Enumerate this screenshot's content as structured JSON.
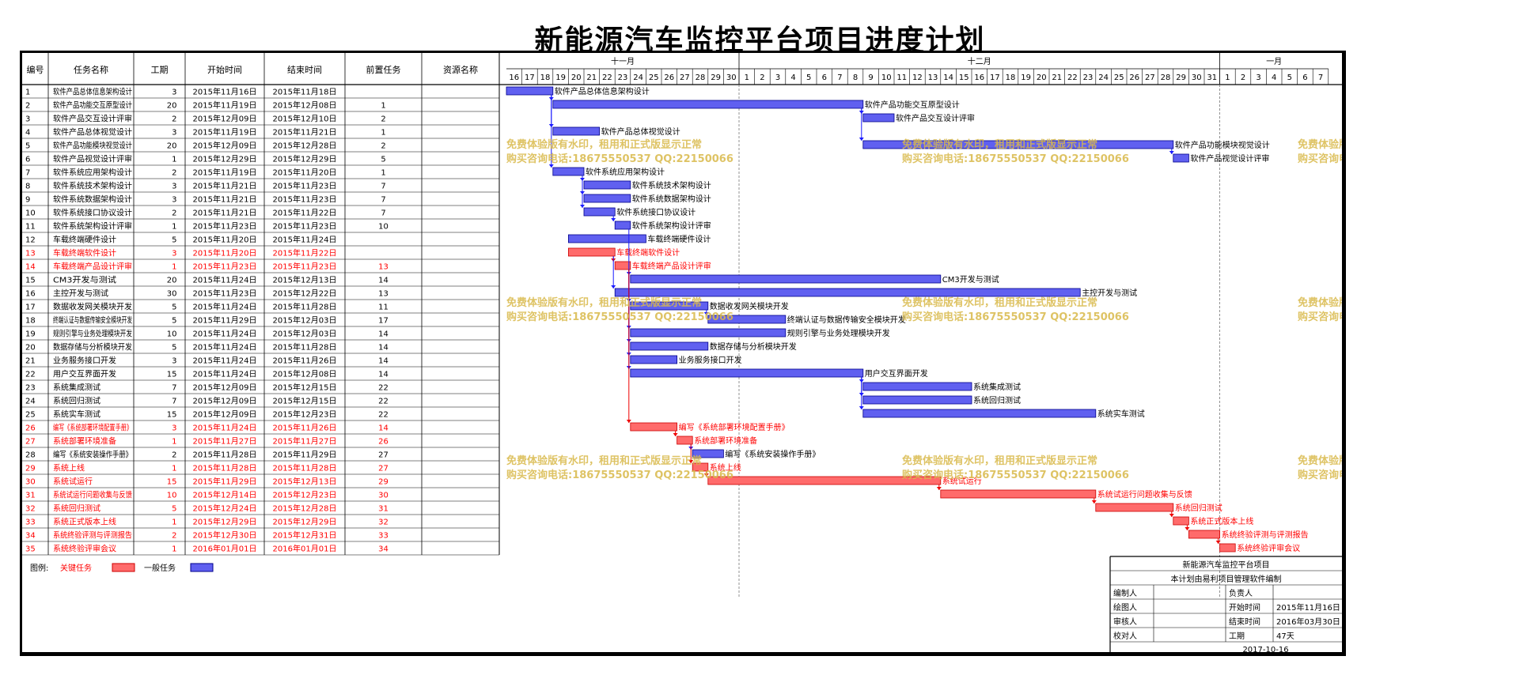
{
  "title": "新能源汽车监控平台项目进度计划",
  "headers": {
    "id": "编号",
    "name": "任务名称",
    "dur": "工期",
    "start": "开始时间",
    "end": "结束时间",
    "pre": "前置任务",
    "res": "资源名称"
  },
  "months": [
    "十一月",
    "十二月",
    "一月"
  ],
  "day_labels": [
    16,
    17,
    18,
    19,
    20,
    21,
    22,
    23,
    24,
    25,
    26,
    27,
    28,
    29,
    30,
    1,
    2,
    3,
    4,
    5,
    6,
    7,
    8,
    9,
    10,
    11,
    12,
    13,
    14,
    15,
    16,
    17,
    18,
    19,
    20,
    21,
    22,
    23,
    24,
    25,
    26,
    27,
    28,
    29,
    30,
    31,
    1,
    2,
    3,
    4,
    5,
    6,
    7
  ],
  "watermark": [
    "免费体验版有水印，租用和正式版显示正常",
    "购买咨询电话:18675550537 QQ:22150066"
  ],
  "legend": {
    "label": "图例:",
    "critical": "关键任务",
    "normal": "一般任务"
  },
  "colors": {
    "critical": "#ff6b6b",
    "normal": "#6060f0",
    "watermark": "#d9b94a",
    "crit_text": "#ff0000"
  },
  "info": {
    "project": "新能源汽车监控平台项目",
    "note": "本计划由易利项目管理软件编制",
    "rows": [
      [
        "编制人",
        "",
        "负责人",
        ""
      ],
      [
        "绘图人",
        "",
        "开始时间",
        "2015年11月16日"
      ],
      [
        "审核人",
        "",
        "结束时间",
        "2016年03月30日"
      ],
      [
        "校对人",
        "",
        "工期",
        "47天"
      ]
    ],
    "date": "2017-10-16"
  },
  "chart_data": {
    "type": "gantt",
    "title": "新能源汽车监控平台项目进度计划",
    "tasks": [
      {
        "id": 1,
        "name": "软件产品总体信息架构设计",
        "cell": "软件产品总体信息架构设计",
        "dur": 3,
        "start": "2015年11月16日",
        "end": "2015年11月18日",
        "pre": "",
        "critical": false
      },
      {
        "id": 2,
        "name": "软件产品功能交互原型设计",
        "cell": "软件产品功能交互原型设计",
        "dur": 20,
        "start": "2015年11月19日",
        "end": "2015年12月08日",
        "pre": "1",
        "critical": false
      },
      {
        "id": 3,
        "name": "软件产品交互设计评审",
        "cell": "软件产品交互设计评审",
        "dur": 2,
        "start": "2015年12月09日",
        "end": "2015年12月10日",
        "pre": "2",
        "critical": false
      },
      {
        "id": 4,
        "name": "软件产品总体视觉设计",
        "cell": "软件产品总体视觉设计",
        "dur": 3,
        "start": "2015年11月19日",
        "end": "2015年11月21日",
        "pre": "1",
        "critical": false
      },
      {
        "id": 5,
        "name": "软件产品功能模块视觉设计",
        "cell": "软件产品功能模块视觉设计",
        "dur": 20,
        "start": "2015年12月09日",
        "end": "2015年12月28日",
        "pre": "2",
        "critical": false
      },
      {
        "id": 6,
        "name": "软件产品视觉设计评审",
        "cell": "软件产品视觉设计评审",
        "dur": 1,
        "start": "2015年12月29日",
        "end": "2015年12月29日",
        "pre": "5",
        "critical": false
      },
      {
        "id": 7,
        "name": "软件系统应用架构设计",
        "cell": "软件系统应用架构设计",
        "dur": 2,
        "start": "2015年11月19日",
        "end": "2015年11月20日",
        "pre": "1",
        "critical": false
      },
      {
        "id": 8,
        "name": "软件系统技术架构设计",
        "cell": "软件系统技术架构设计",
        "dur": 3,
        "start": "2015年11月21日",
        "end": "2015年11月23日",
        "pre": "7",
        "critical": false
      },
      {
        "id": 9,
        "name": "软件系统数据架构设计",
        "cell": "软件系统数据架构设计",
        "dur": 3,
        "start": "2015年11月21日",
        "end": "2015年11月23日",
        "pre": "7",
        "critical": false
      },
      {
        "id": 10,
        "name": "软件系统接口协议设计",
        "cell": "软件系统接口协议设计",
        "dur": 2,
        "start": "2015年11月21日",
        "end": "2015年11月22日",
        "pre": "7",
        "critical": false
      },
      {
        "id": 11,
        "name": "软件系统架构设计评审",
        "cell": "软件系统架构设计评审",
        "dur": 1,
        "start": "2015年11月23日",
        "end": "2015年11月23日",
        "pre": "10",
        "critical": false
      },
      {
        "id": 12,
        "name": "车载终端硬件设计",
        "cell": "车载终端硬件设计",
        "dur": 5,
        "start": "2015年11月20日",
        "end": "2015年11月24日",
        "pre": "",
        "critical": false
      },
      {
        "id": 13,
        "name": "车载终端软件设计",
        "cell": "车载终端软件设计",
        "dur": 3,
        "start": "2015年11月20日",
        "end": "2015年11月22日",
        "pre": "",
        "critical": true
      },
      {
        "id": 14,
        "name": "车载终端产品设计评审",
        "cell": "车载终端产品设计评审",
        "dur": 1,
        "start": "2015年11月23日",
        "end": "2015年11月23日",
        "pre": "13",
        "critical": true
      },
      {
        "id": 15,
        "name": "CM3开发与测试",
        "cell": "CM3开发与测试",
        "dur": 20,
        "start": "2015年11月24日",
        "end": "2015年12月13日",
        "pre": "14",
        "critical": false
      },
      {
        "id": 16,
        "name": "主控开发与测试",
        "cell": "主控开发与测试",
        "dur": 30,
        "start": "2015年11月23日",
        "end": "2015年12月22日",
        "pre": "13",
        "critical": false
      },
      {
        "id": 17,
        "name": "数据收发网关模块开发",
        "cell": "数据收发网关模块开发",
        "dur": 5,
        "start": "2015年11月24日",
        "end": "2015年11月28日",
        "pre": "11",
        "critical": false
      },
      {
        "id": 18,
        "name": "终端认证与数据传输安全模块开发",
        "cell": "终端认证与数据传输安全模块开发",
        "dur": 5,
        "start": "2015年11月29日",
        "end": "2015年12月03日",
        "pre": "17",
        "critical": false
      },
      {
        "id": 19,
        "name": "规则引擎与业务处理模块开发",
        "cell": "规则引擎与业务处理模块开发",
        "dur": 10,
        "start": "2015年11月24日",
        "end": "2015年12月03日",
        "pre": "14",
        "critical": false
      },
      {
        "id": 20,
        "name": "数据存储与分析模块开发",
        "cell": "数据存储与分析模块开发",
        "dur": 5,
        "start": "2015年11月24日",
        "end": "2015年11月28日",
        "pre": "14",
        "critical": false
      },
      {
        "id": 21,
        "name": "业务服务接口开发",
        "cell": "业务服务接口开发",
        "dur": 3,
        "start": "2015年11月24日",
        "end": "2015年11月26日",
        "pre": "14",
        "critical": false
      },
      {
        "id": 22,
        "name": "用户交互界面开发",
        "cell": "用户交互界面开发",
        "dur": 15,
        "start": "2015年11月24日",
        "end": "2015年12月08日",
        "pre": "14",
        "critical": false
      },
      {
        "id": 23,
        "name": "系统集成测试",
        "cell": "系统集成测试",
        "dur": 7,
        "start": "2015年12月09日",
        "end": "2015年12月15日",
        "pre": "22",
        "critical": false
      },
      {
        "id": 24,
        "name": "系统回归测试",
        "cell": "系统回归测试",
        "dur": 7,
        "start": "2015年12月09日",
        "end": "2015年12月15日",
        "pre": "22",
        "critical": false
      },
      {
        "id": 25,
        "name": "系统实车测试",
        "cell": "系统实车测试",
        "dur": 15,
        "start": "2015年12月09日",
        "end": "2015年12月23日",
        "pre": "22",
        "critical": false
      },
      {
        "id": 26,
        "name": "编写《系统部署环境配置手册》",
        "cell": "编写《系统部署环境配置手册》",
        "dur": 3,
        "start": "2015年11月24日",
        "end": "2015年11月26日",
        "pre": "14",
        "critical": true
      },
      {
        "id": 27,
        "name": "系统部署环境准备",
        "cell": "系统部署环境准备",
        "dur": 1,
        "start": "2015年11月27日",
        "end": "2015年11月27日",
        "pre": "26",
        "critical": true
      },
      {
        "id": 28,
        "name": "编写《系统安装操作手册》",
        "cell": "编写《系统安装操作手册》",
        "dur": 2,
        "start": "2015年11月28日",
        "end": "2015年11月29日",
        "pre": "27",
        "critical": false
      },
      {
        "id": 29,
        "name": "系统上线",
        "cell": "系统上线",
        "dur": 1,
        "start": "2015年11月28日",
        "end": "2015年11月28日",
        "pre": "27",
        "critical": true
      },
      {
        "id": 30,
        "name": "系统试运行",
        "cell": "系统试运行",
        "dur": 15,
        "start": "2015年11月29日",
        "end": "2015年12月13日",
        "pre": "29",
        "critical": true
      },
      {
        "id": 31,
        "name": "系统试运行问题收集与反馈",
        "cell": "系统试运行问题收集与反馈",
        "dur": 10,
        "start": "2015年12月14日",
        "end": "2015年12月23日",
        "pre": "30",
        "critical": true
      },
      {
        "id": 32,
        "name": "系统回归测试",
        "cell": "系统回归测试",
        "dur": 5,
        "start": "2015年12月24日",
        "end": "2015年12月28日",
        "pre": "31",
        "critical": true
      },
      {
        "id": 33,
        "name": "系统正式版本上线",
        "cell": "系统正式版本上线",
        "dur": 1,
        "start": "2015年12月29日",
        "end": "2015年12月29日",
        "pre": "32",
        "critical": true
      },
      {
        "id": 34,
        "name": "系统终验评测与评测报告",
        "cell": "系统终验评测与评测报告",
        "dur": 2,
        "start": "2015年12月30日",
        "end": "2015年12月31日",
        "pre": "33",
        "critical": true
      },
      {
        "id": 35,
        "name": "系统终验评审会议",
        "cell": "系统终验评审会议",
        "dur": 1,
        "start": "2016年01月01日",
        "end": "2016年01月01日",
        "pre": "34",
        "critical": true
      }
    ]
  }
}
